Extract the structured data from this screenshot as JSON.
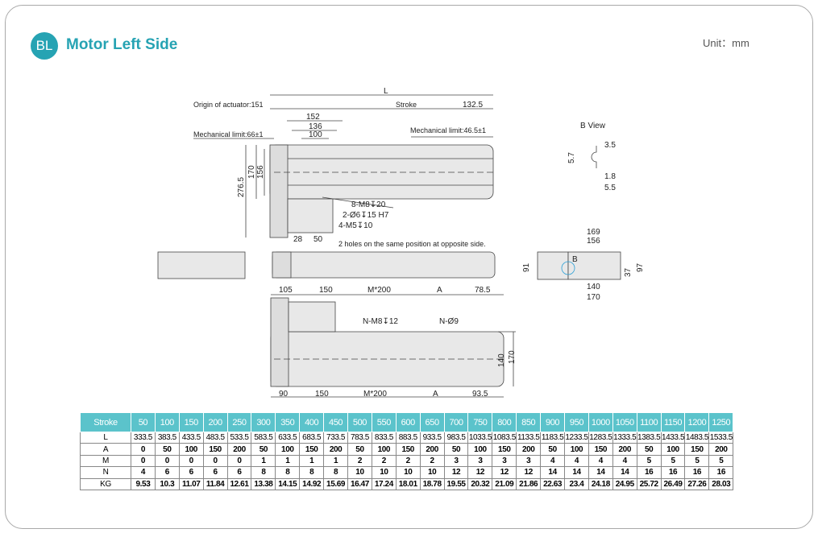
{
  "header": {
    "badge": "BL",
    "title": "Motor Left Side",
    "unit": "Unit：mm"
  },
  "drawing": {
    "L": "L",
    "origin": "Origin of actuator:151",
    "stroke": "Stroke",
    "d132_5": "132.5",
    "d152": "152",
    "d136": "136",
    "d100": "100",
    "mech_left": "Mechanical limit:66±1",
    "mech_right": "Mechanical limit:46.5±1",
    "d276_5": "276.5",
    "d170": "170",
    "d156": "156",
    "hole1": "8-M8↧20",
    "hole2": "2-Ø6↧15 H7",
    "hole3": "4-M5↧10",
    "d28": "28",
    "d50": "50",
    "opposite": "2 holes on the same position at opposite side.",
    "d105": "105",
    "d150": "150",
    "m200": "M*200",
    "A": "A",
    "d78_5": "78.5",
    "nm8": "N-M8↧12",
    "n9": "N-Ø9",
    "d140": "140",
    "d90": "90",
    "d93_5": "93.5",
    "bview": "B View",
    "d3_5": "3.5",
    "d5_7": "5.7",
    "d1_8": "1.8",
    "d5_5": "5.5",
    "d169": "169",
    "d91": "91",
    "d97": "97",
    "d37": "37",
    "B": "B"
  },
  "table": {
    "stroke_label": "Stroke",
    "strokes": [
      "50",
      "100",
      "150",
      "200",
      "250",
      "300",
      "350",
      "400",
      "450",
      "500",
      "550",
      "600",
      "650",
      "700",
      "750",
      "800",
      "850",
      "900",
      "950",
      "1000",
      "1050",
      "1100",
      "1150",
      "1200",
      "1250"
    ],
    "rows": [
      {
        "label": "L",
        "values": [
          "333.5",
          "383.5",
          "433.5",
          "483.5",
          "533.5",
          "583.5",
          "633.5",
          "683.5",
          "733.5",
          "783.5",
          "833.5",
          "883.5",
          "933.5",
          "983.5",
          "1033.5",
          "1083.5",
          "1133.5",
          "1183.5",
          "1233.5",
          "1283.5",
          "1333.5",
          "1383.5",
          "1433.5",
          "1483.5",
          "1533.5"
        ]
      },
      {
        "label": "A",
        "values": [
          "0",
          "50",
          "100",
          "150",
          "200",
          "50",
          "100",
          "150",
          "200",
          "50",
          "100",
          "150",
          "200",
          "50",
          "100",
          "150",
          "200",
          "50",
          "100",
          "150",
          "200",
          "50",
          "100",
          "150",
          "200"
        ]
      },
      {
        "label": "M",
        "values": [
          "0",
          "0",
          "0",
          "0",
          "0",
          "1",
          "1",
          "1",
          "1",
          "2",
          "2",
          "2",
          "2",
          "3",
          "3",
          "3",
          "3",
          "4",
          "4",
          "4",
          "4",
          "5",
          "5",
          "5",
          "5"
        ]
      },
      {
        "label": "N",
        "values": [
          "4",
          "6",
          "6",
          "6",
          "6",
          "8",
          "8",
          "8",
          "8",
          "10",
          "10",
          "10",
          "10",
          "12",
          "12",
          "12",
          "12",
          "14",
          "14",
          "14",
          "14",
          "16",
          "16",
          "16",
          "16"
        ]
      },
      {
        "label": "KG",
        "values": [
          "9.53",
          "10.3",
          "11.07",
          "11.84",
          "12.61",
          "13.38",
          "14.15",
          "14.92",
          "15.69",
          "16.47",
          "17.24",
          "18.01",
          "18.78",
          "19.55",
          "20.32",
          "21.09",
          "21.86",
          "22.63",
          "23.4",
          "24.18",
          "24.95",
          "25.72",
          "26.49",
          "27.26",
          "28.03"
        ]
      }
    ]
  }
}
